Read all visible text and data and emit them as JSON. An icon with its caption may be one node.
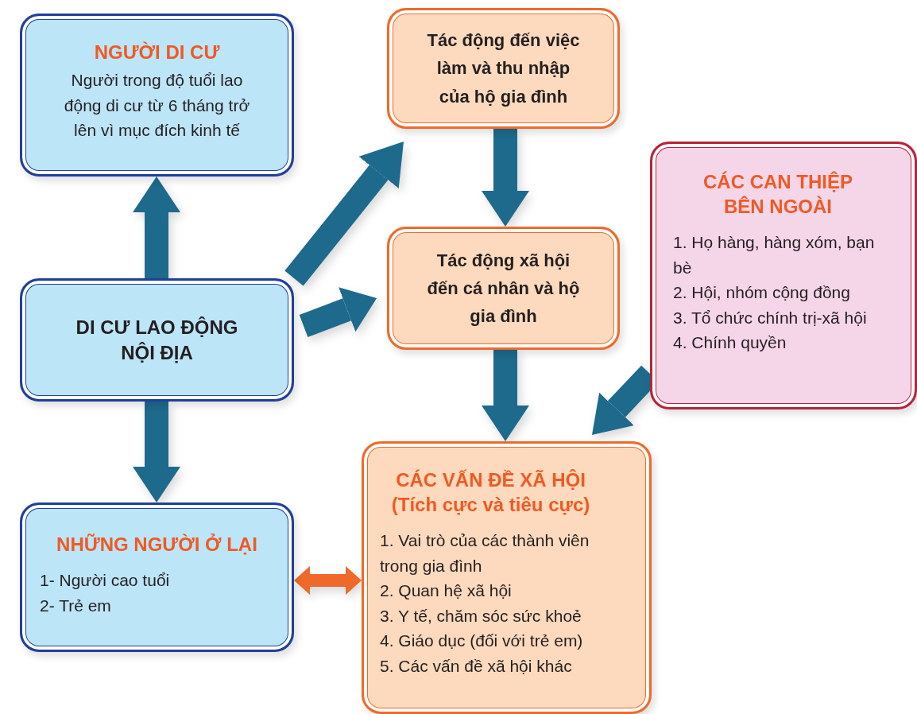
{
  "diagram": {
    "nodes": [
      {
        "text": [
          "NGƯỜI DI CƯ",
          "Người trong độ tuổi lao động di cư từ 6 tháng trở lên vì mục đích kinh tế"
        ]
      },
      {
        "text": [
          "DI CƯ LAO ĐỘNG NỘI ĐỊA"
        ]
      },
      {
        "text": [
          "NHỮNG NGƯỜI Ở LẠI",
          "1- Người cao tuổi",
          "2- Trẻ em"
        ]
      },
      {
        "text": [
          "Tác động đến việc làm và thu nhập của hộ gia đình"
        ]
      },
      {
        "text": [
          "Tác động xã hội đến cá nhân và hộ gia đình"
        ]
      },
      {
        "text": [
          "CÁC CAN THIỆP BÊN NGOÀI",
          "1. Họ hàng, hàng xóm, bạn bè",
          "2. Hội, nhóm cộng đồng",
          "3. Tổ chức chính trị-xã hội",
          "4. Chính quyền"
        ]
      },
      {
        "text": [
          "CÁC VẤN ĐỀ XÃ HỘI",
          "(Tích cực và tiêu cực)",
          "1. Vai trò của các thành viên trong gia đình",
          "2. Quan hệ xã hội",
          "3. Y tế, chăm sóc sức khoẻ",
          "4. Giáo dục (đối với trẻ em)",
          "5. Các vấn đề xã hội khác"
        ]
      }
    ],
    "edges": [
      {
        "from": 1,
        "to": 0,
        "arrow": "to"
      },
      {
        "from": 1,
        "to": 3,
        "arrow": "to"
      },
      {
        "from": 1,
        "to": 4,
        "arrow": "to"
      },
      {
        "from": 1,
        "to": 2,
        "arrow": "to"
      },
      {
        "from": 3,
        "to": 4,
        "arrow": "to"
      },
      {
        "from": 4,
        "to": 6,
        "arrow": "to"
      },
      {
        "from": 5,
        "to": 6,
        "arrow": "to"
      },
      {
        "from": 2,
        "to": 6,
        "arrow": "both",
        "color": "#ef6a2a"
      }
    ]
  }
}
